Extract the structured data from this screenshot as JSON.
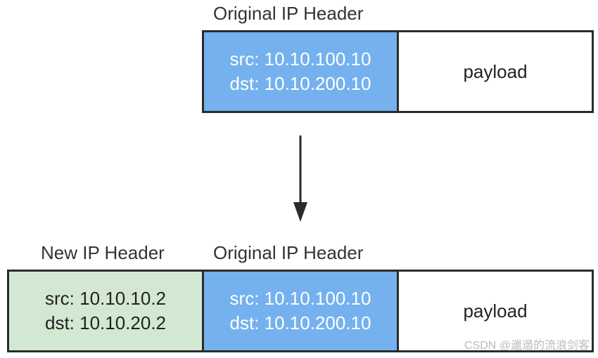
{
  "top": {
    "original_header_label": "Original IP Header",
    "original_header": {
      "src": "src: 10.10.100.10",
      "dst": "dst: 10.10.200.10"
    },
    "payload": "payload"
  },
  "bottom": {
    "new_header_label": "New IP Header",
    "original_header_label": "Original IP Header",
    "new_header": {
      "src": "src: 10.10.10.2",
      "dst": "dst: 10.10.20.2"
    },
    "original_header": {
      "src": "src: 10.10.100.10",
      "dst": "dst: 10.10.200.10"
    },
    "payload": "payload"
  },
  "watermark": "CSDN @邋遢的流浪剑客",
  "colors": {
    "original_header_fill": "#74b1ee",
    "new_header_fill": "#d3e8d3",
    "border": "#2b2b2b"
  }
}
